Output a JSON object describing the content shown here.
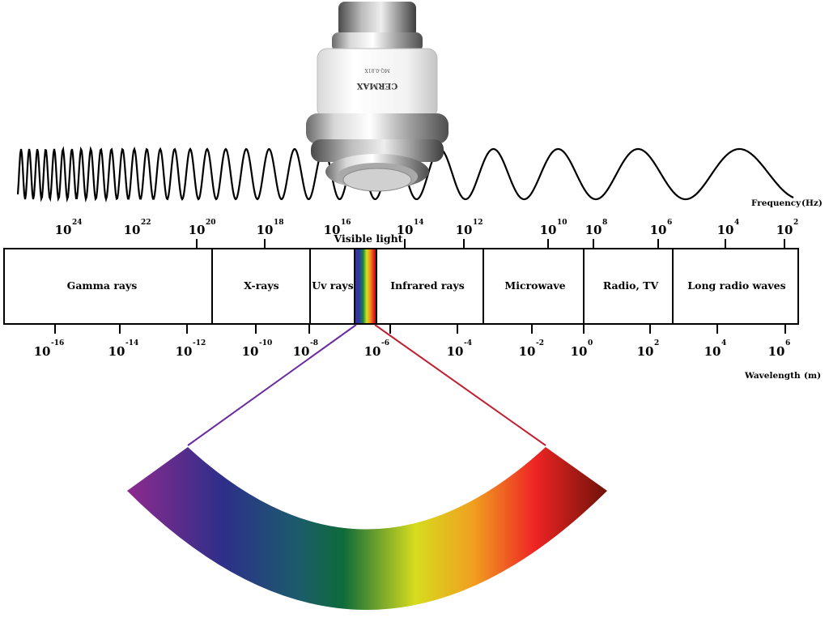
{
  "frequency_label": "Frequency",
  "frequency_unit": "(Hz)",
  "wavelength_label": "Wavelength",
  "wavelength_unit": "(m)",
  "visible_light_label": "Visible light",
  "lamp": {
    "brand_text": "CERMAX",
    "model_text": "MQ-0.81X"
  },
  "bands": [
    {
      "name": "Gamma rays"
    },
    {
      "name": "X-rays"
    },
    {
      "name": "Uv rays"
    },
    {
      "name": "Infrared rays"
    },
    {
      "name": "Microwave"
    },
    {
      "name": "Radio, TV"
    },
    {
      "name": "Long radio waves"
    }
  ],
  "frequency_ticks": [
    {
      "base": "10",
      "exp": "24"
    },
    {
      "base": "10",
      "exp": "22"
    },
    {
      "base": "10",
      "exp": "20"
    },
    {
      "base": "10",
      "exp": "18"
    },
    {
      "base": "10",
      "exp": "16"
    },
    {
      "base": "10",
      "exp": "14"
    },
    {
      "base": "10",
      "exp": "12"
    },
    {
      "base": "10",
      "exp": "10"
    },
    {
      "base": "10",
      "exp": "8"
    },
    {
      "base": "10",
      "exp": "6"
    },
    {
      "base": "10",
      "exp": "4"
    },
    {
      "base": "10",
      "exp": "2"
    }
  ],
  "wavelength_ticks": [
    {
      "base": "10",
      "exp": "-16"
    },
    {
      "base": "10",
      "exp": "-14"
    },
    {
      "base": "10",
      "exp": "-12"
    },
    {
      "base": "10",
      "exp": "-10"
    },
    {
      "base": "10",
      "exp": "-8"
    },
    {
      "base": "10",
      "exp": "-6"
    },
    {
      "base": "10",
      "exp": "-4"
    },
    {
      "base": "10",
      "exp": "-2"
    },
    {
      "base": "10",
      "exp": "0"
    },
    {
      "base": "10",
      "exp": "2"
    },
    {
      "base": "10",
      "exp": "4"
    },
    {
      "base": "10",
      "exp": "6"
    }
  ],
  "colors": {
    "spectrum": [
      "#8e2a8e",
      "#5a2a8a",
      "#2e2f8a",
      "#1c5a6e",
      "#0e6b3a",
      "#5a9a2a",
      "#d6dc1e",
      "#f0a020",
      "#ee2424",
      "#d41e1e",
      "#6e1208"
    ],
    "violet_line": "#6a2aa0",
    "red_line": "#c02030"
  }
}
